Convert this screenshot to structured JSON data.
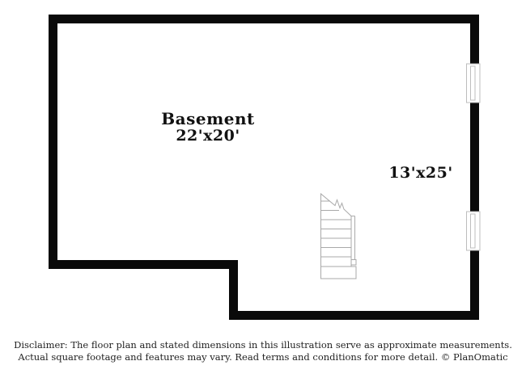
{
  "floorplan": {
    "room": {
      "label": "Basement",
      "dimensions": "22'x20'"
    },
    "area2": {
      "dimensions": "13'x25'"
    }
  },
  "disclaimer": {
    "line1": "Disclaimer: The floor plan and stated dimensions in this illustration serve as approximate measurements.",
    "line2": "Actual square footage and features may vary. Read terms and conditions for more detail. © PlanOmatic"
  },
  "colors": {
    "wall": "#0a0a0a",
    "stair_line": "#a9a9a9",
    "window_border": "#bdbdbd",
    "label_text": "#111111",
    "disclaimer_text": "#222222",
    "page_bg": "#ffffff"
  }
}
